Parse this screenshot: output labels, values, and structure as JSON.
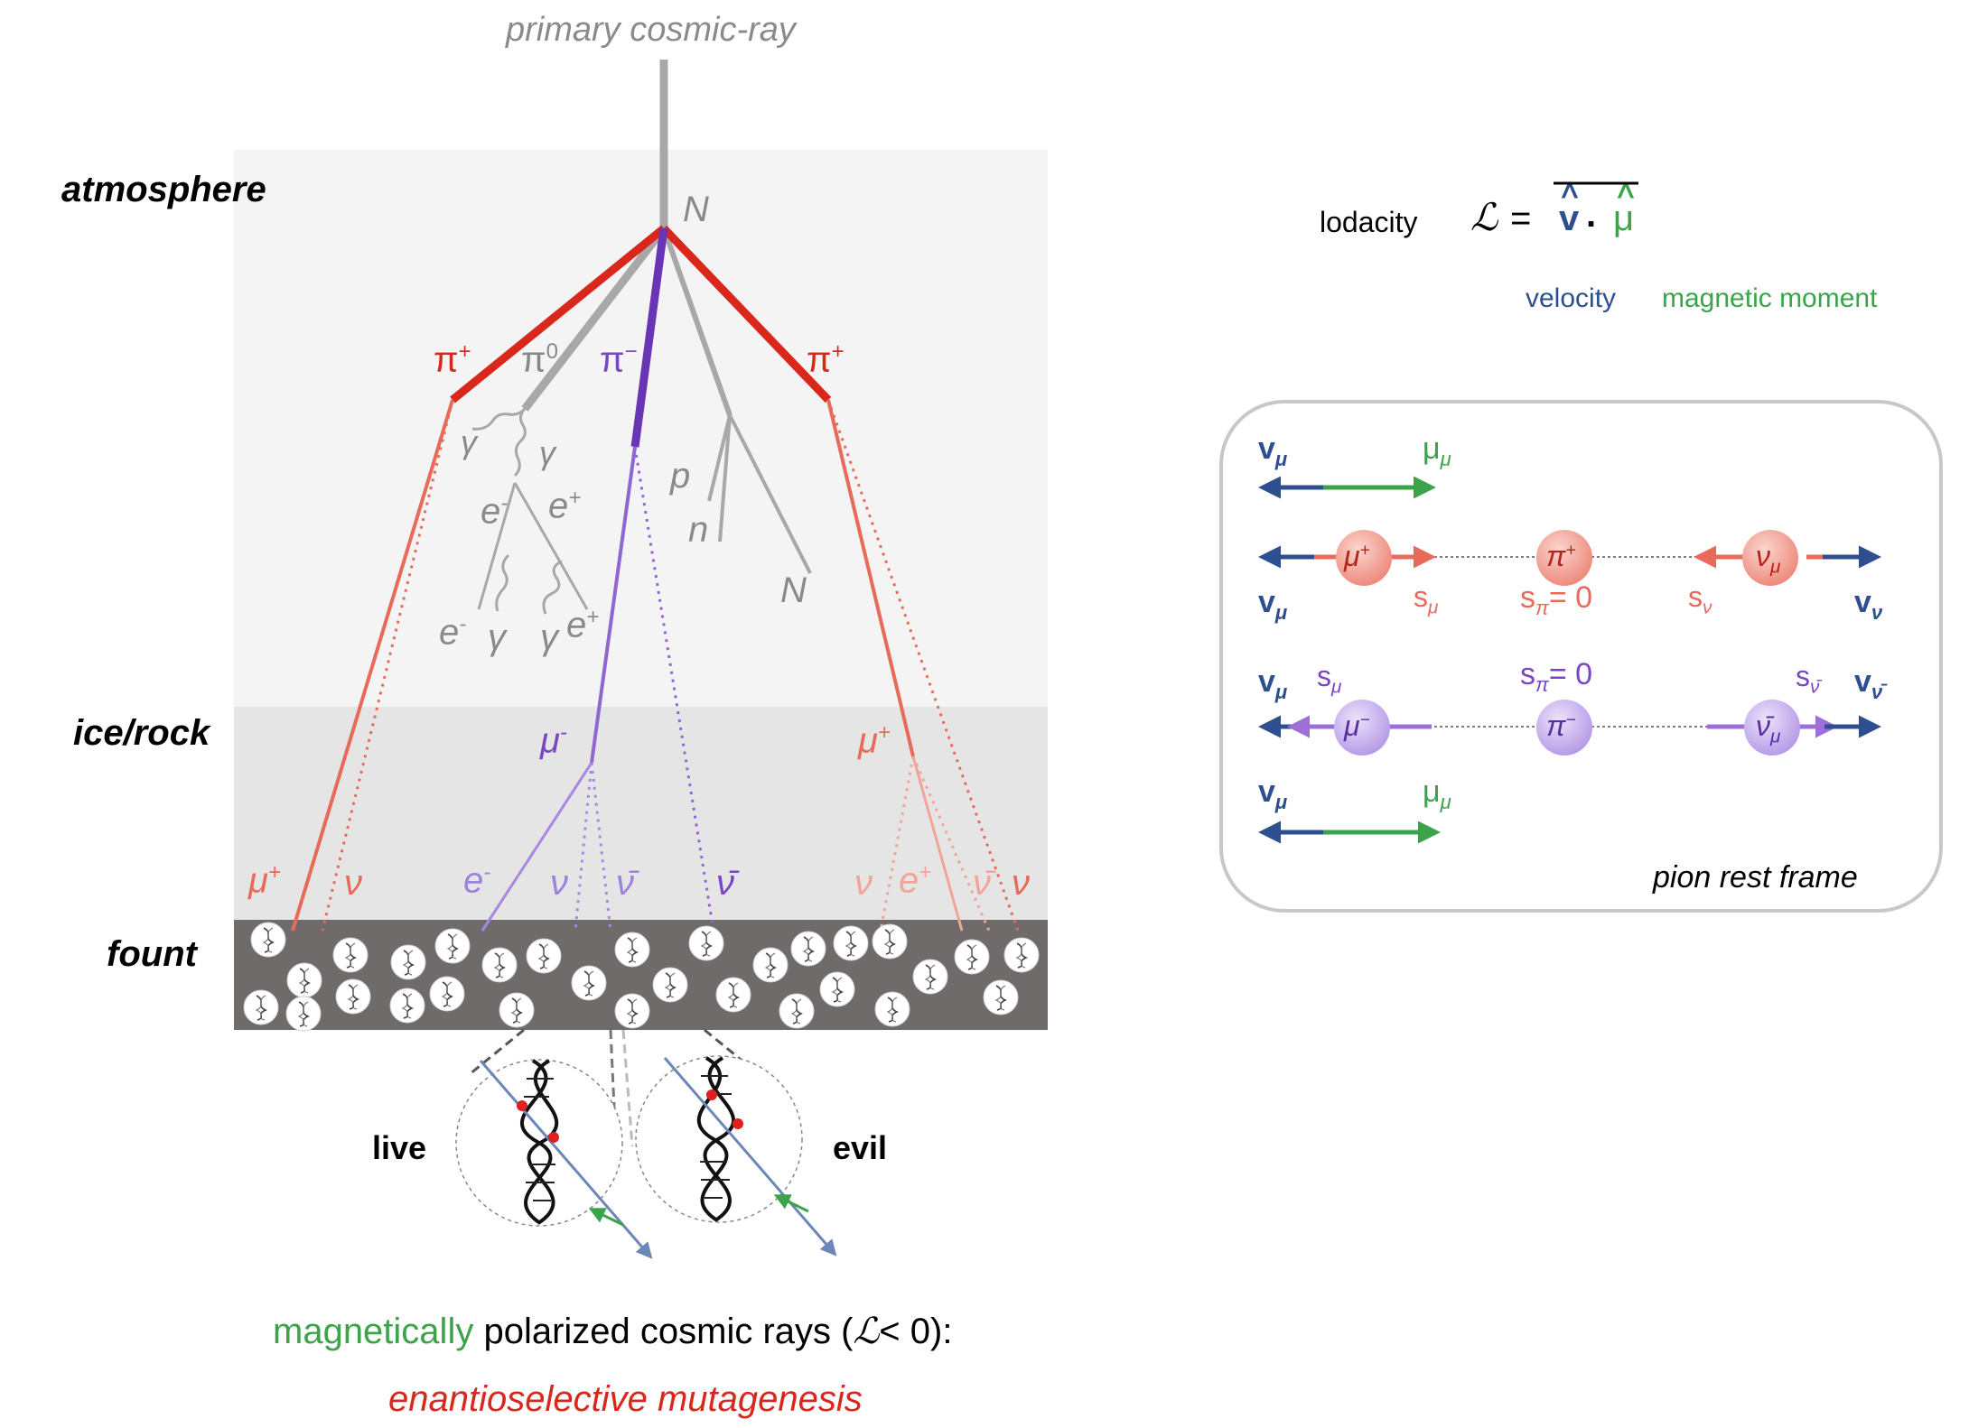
{
  "title": "primary cosmic-ray",
  "layers": {
    "atmosphere": "atmosphere",
    "ice_rock": "ice/rock",
    "fount": "fount"
  },
  "shower": {
    "N_top": "N",
    "pi_plus_left": "π",
    "pi_plus_sup": "+",
    "pi_zero": "π",
    "pi_zero_sup": "0",
    "pi_minus": "π",
    "pi_minus_sup": "−",
    "pi_plus_right": "π",
    "gamma": "γ",
    "e_minus": "e",
    "e_plus": "e",
    "minus_sup": "-",
    "plus_sup": "+",
    "p": "p",
    "n": "n",
    "N_bottom": "N",
    "mu": "μ",
    "nu": "ν",
    "nubar": "ν̄"
  },
  "dna_labels": {
    "live": "live",
    "evil": "evil"
  },
  "caption": {
    "word1": "magnetically",
    "rest": "polarized cosmic rays (",
    "L": "ℒ",
    "ineq": "< 0):",
    "line2": "enantioselective mutagenesis"
  },
  "lodacity": {
    "label": "lodacity",
    "symbol": "ℒ",
    "equals": "=",
    "v": "v",
    "dot": ".",
    "mu": "μ",
    "hat": "^",
    "velocity": "velocity",
    "magnetic_moment": "magnetic moment"
  },
  "panel": {
    "v": "v",
    "mu_sym": "μ",
    "mu_sub": "μ",
    "nu_sub": "ν",
    "nubar_sub": "ν̄",
    "pi": "π",
    "plus": "+",
    "minus": "−",
    "s": "s",
    "pi_sub": "π",
    "eq_zero": "= 0",
    "frame_label": "pion rest frame"
  },
  "colors": {
    "red": "#d9271c",
    "pink": "#e86a5a",
    "purple": "#7a46c4",
    "light_purple": "#9d83db",
    "navy": "#2e4f8f",
    "green": "#3ba44a",
    "grey": "#a8a8a8",
    "fount": "#6e6b6a"
  },
  "icons": [
    "dna-sphere-icon",
    "dna-helix-icon",
    "particle-sphere-icon",
    "arrow-icon"
  ]
}
